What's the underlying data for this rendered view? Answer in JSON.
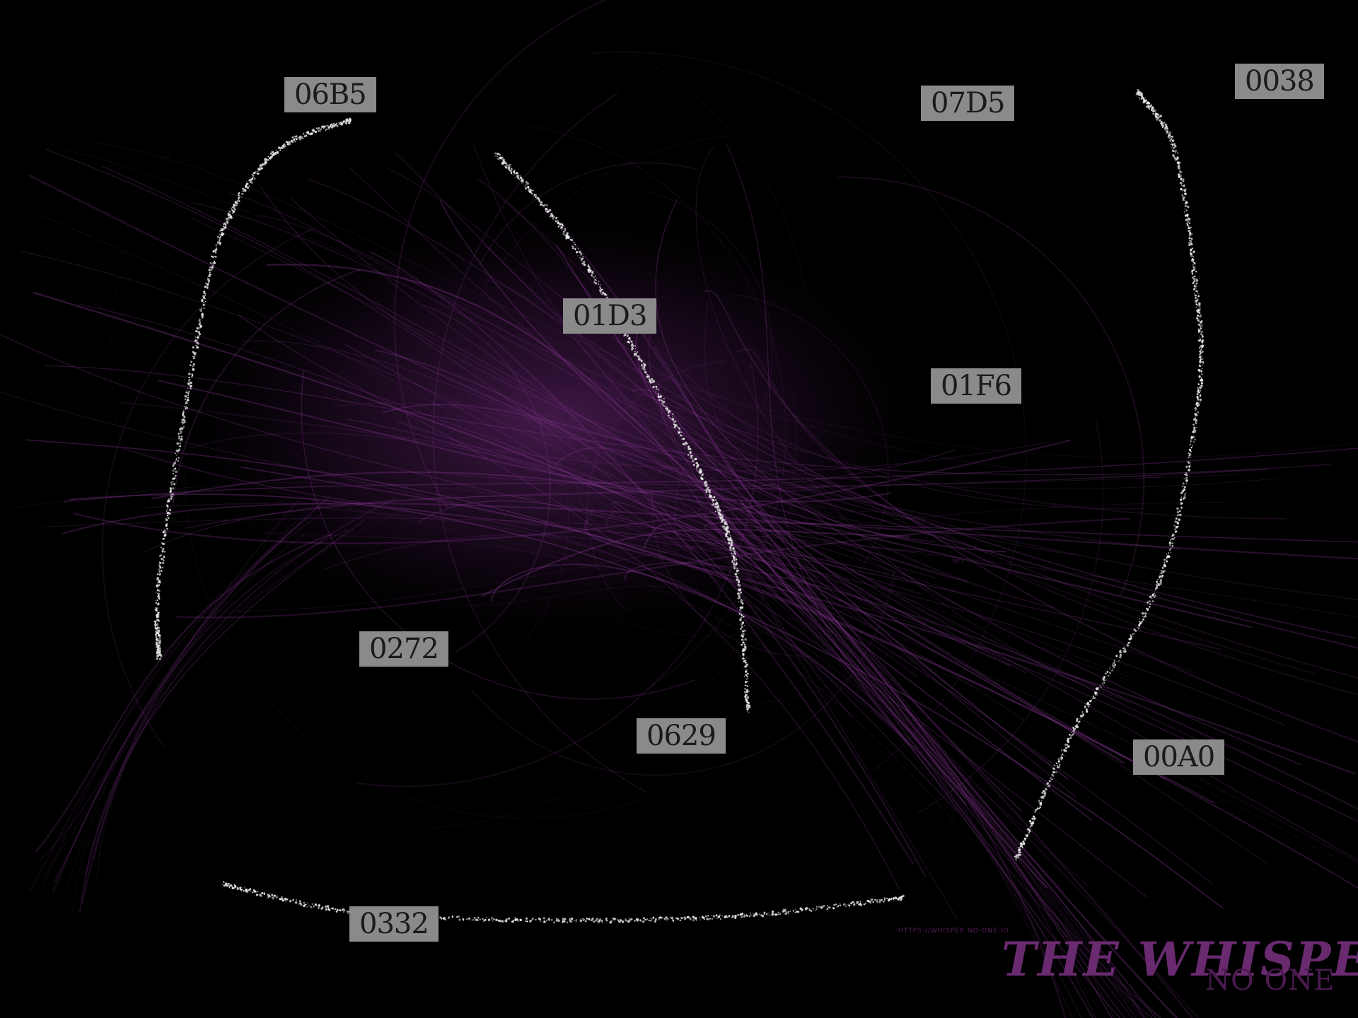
{
  "colors": {
    "background": "#000000",
    "wisp": "#8e3a9a",
    "wisp_glow": "#c27ccb",
    "label_bg": "#8a8a8a",
    "label_text": "#1a1a1a",
    "trail": "#e6e6e6",
    "brand": "#6a2a70"
  },
  "labels": {
    "n06b5": "06B5",
    "n07d5": "07D5",
    "n0038": "0038",
    "n01d3": "01D3",
    "n01f6": "01F6",
    "n0272": "0272",
    "n0629": "0629",
    "n00a0": "00A0",
    "n0332": "0332"
  },
  "credit_url": "HTTPS://WHISPER.NO-ONE.IO",
  "tiny_mark": "MFY",
  "brand": {
    "title": "THE WHISPER",
    "subtitle": "NO ONE"
  }
}
